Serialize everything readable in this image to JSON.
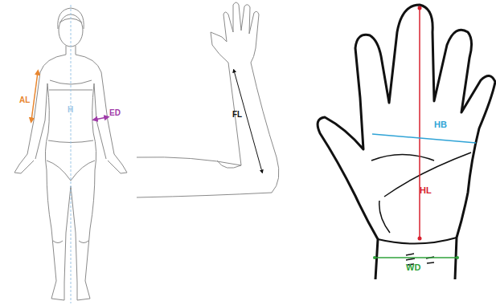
{
  "diagram": {
    "labels": [
      "AL",
      "H",
      "ED",
      "FL",
      "HB",
      "HL",
      "WD"
    ]
  }
}
